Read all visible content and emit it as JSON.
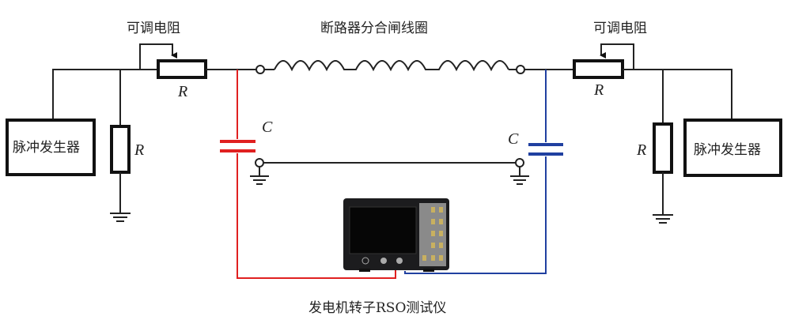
{
  "labels": {
    "left_adjustable_resistor": "可调电阻",
    "right_adjustable_resistor": "可调电阻",
    "coil": "断路器分合闸线圈",
    "left_pulse_generator": "脉冲发生器",
    "right_pulse_generator": "脉冲发生器",
    "resistor_symbol": "R",
    "capacitor_symbol": "C",
    "tester": "发电机转子RSO测试仪"
  },
  "colors": {
    "left_lead": "#e02020",
    "right_lead": "#2040a0",
    "wire": "#222222"
  }
}
